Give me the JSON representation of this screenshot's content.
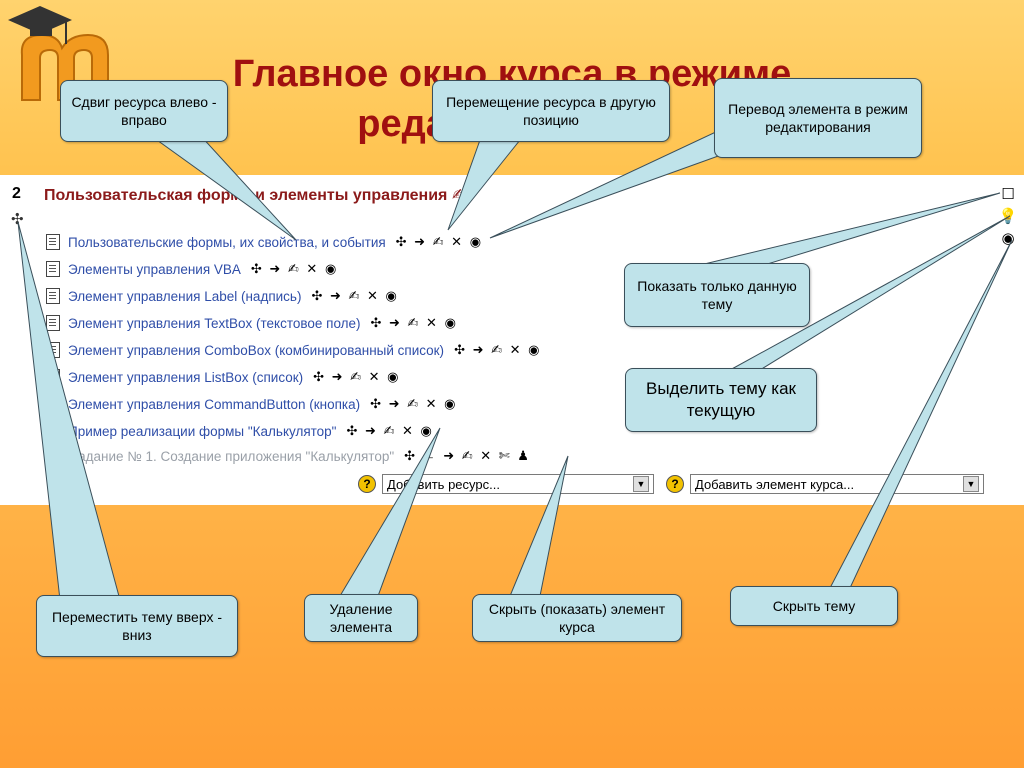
{
  "slide": {
    "title_line1": "Главное окно курса в режиме",
    "title_line2": "редактирования"
  },
  "course": {
    "section_number": "2",
    "section_title": "Пользовательская форма и элементы управления",
    "resources": [
      {
        "label": "Пользовательские формы, их свойства, и события",
        "tools": "✣ ➜ ✍ ✕ ◉"
      },
      {
        "label": "Элементы управления VBA",
        "tools": "✣ ➜ ✍ ✕ ◉"
      },
      {
        "label": "Элемент управления Label (надпись)",
        "tools": "✣ ➜ ✍ ✕ ◉"
      },
      {
        "label": "Элемент управления TextBox (текстовое поле)",
        "tools": "✣ ➜ ✍ ✕ ◉"
      },
      {
        "label": "Элемент управления ComboBox (комбинированный список)",
        "tools": "✣ ➜ ✍ ✕ ◉"
      },
      {
        "label": "Элемент управления ListBox (список)",
        "tools": "✣ ➜ ✍ ✕ ◉"
      },
      {
        "label": "Элемент управления CommandButton (кнопка)",
        "tools": "✣ ➜ ✍ ✕ ◉"
      },
      {
        "label": "Пример реализации формы \"Калькулятор\"",
        "tools": "✣ ➜ ✍ ✕ ◉"
      },
      {
        "label": "Задание № 1. Создание приложения \"Калькулятор\"",
        "tools": "✣ ← ➜ ✍ ✕ ✄ ♟",
        "hidden": true
      }
    ],
    "add_resource": "Добавить ресурс...",
    "add_activity": "Добавить элемент курса..."
  },
  "callouts": {
    "indent": "Сдвиг ресурса влево - вправо",
    "move_resource": "Перемещение ресурса в другую позицию",
    "edit_mode": "Перевод элемента в режим редактирования",
    "show_only": "Показать только данную тему",
    "highlight": "Выделить тему как текущую",
    "move_topic": "Переместить тему вверх - вниз",
    "delete": "Удаление элемента",
    "hide_show": "Скрыть (показать) элемент курса",
    "hide_topic": "Скрыть тему"
  },
  "colors": {
    "title": "#a01010",
    "callout_bg": "#bfe3ea",
    "link": "#2f4ea8"
  }
}
